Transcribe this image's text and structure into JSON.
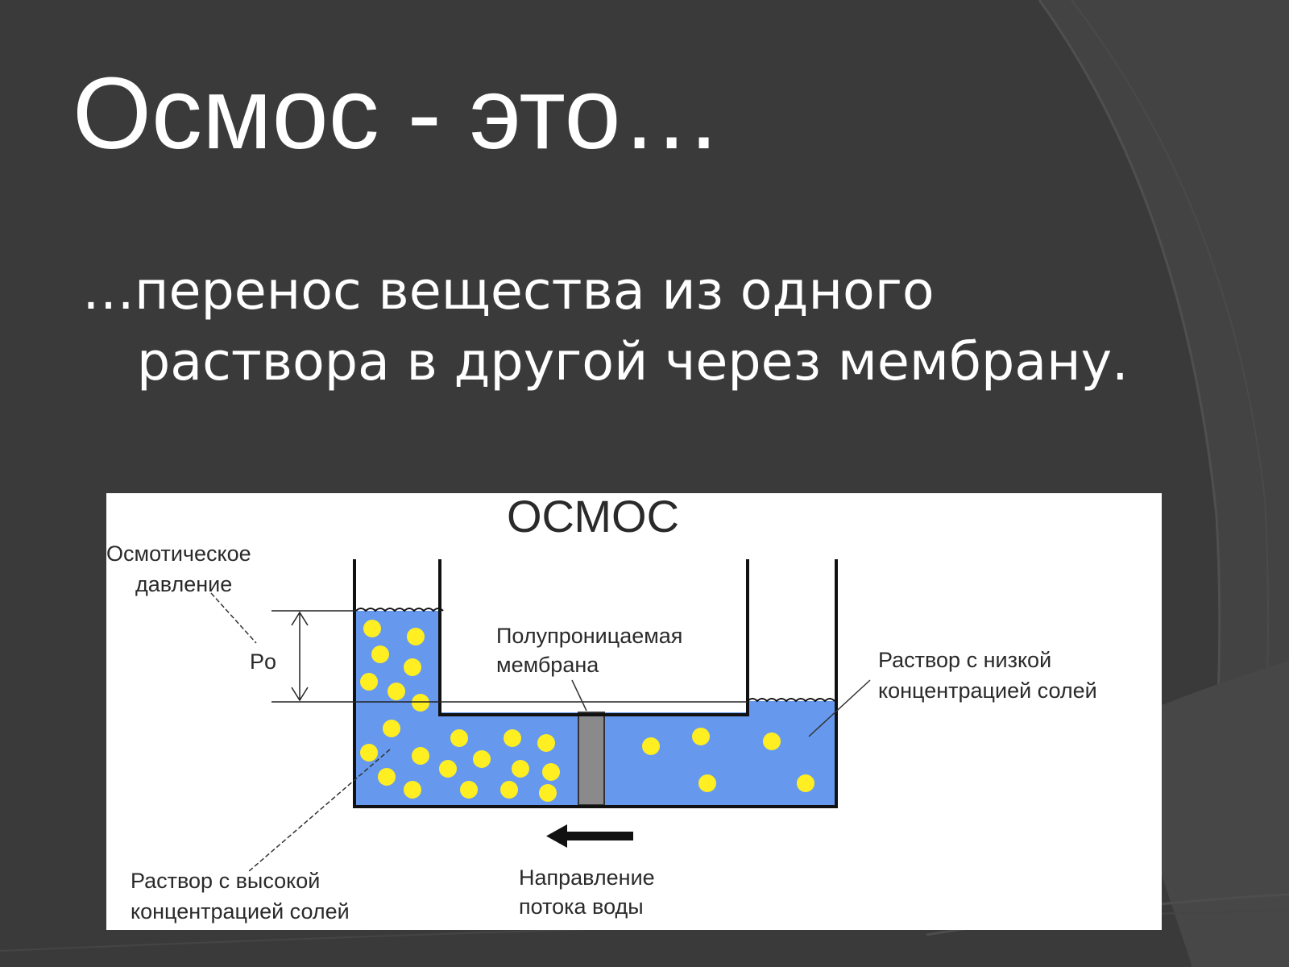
{
  "slide": {
    "title": "Осмос - это…",
    "text_line1": "…перенос вещества из одного",
    "text_line2": "раствора в другой через мембрану."
  },
  "diagram": {
    "heading": "ОСМОС",
    "pressure_label_1": "Осмотическое",
    "pressure_label_2": "давление",
    "pressure_symbol": "Po",
    "membrane_label_1": "Полупроницаемая",
    "membrane_label_2": "мембрана",
    "low_label_1": "Раствор с низкой",
    "low_label_2": "концентрацией солей",
    "high_label_1": "Раствор с высокой",
    "high_label_2": "концентрацией солей",
    "flow_label_1": "Направление",
    "flow_label_2": "потока воды"
  },
  "colors": {
    "background": "#3b3b3b",
    "water": "#6699ee",
    "salt_particles": "#ffff33",
    "membrane": "#8a8a8a"
  }
}
